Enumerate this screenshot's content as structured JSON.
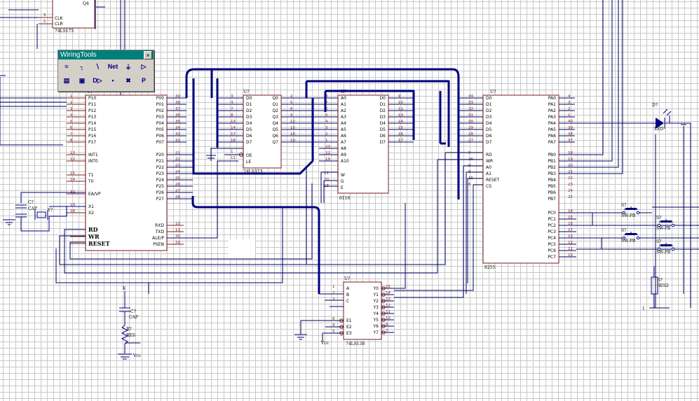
{
  "toolbox": {
    "title": "WiringTools",
    "close": "×",
    "tools": [
      {
        "id": "wire-tool",
        "glyph": "≈"
      },
      {
        "id": "bus-tool",
        "glyph": "┐"
      },
      {
        "id": "bus-entry-tool",
        "glyph": "∖"
      },
      {
        "id": "net-tool",
        "glyph": "Net"
      },
      {
        "id": "ground-tool",
        "glyph": "⏚"
      },
      {
        "id": "port-tool",
        "glyph": "▷"
      },
      {
        "id": "part-tool",
        "glyph": "▤"
      },
      {
        "id": "sheet-tool",
        "glyph": "▣"
      },
      {
        "id": "sheet-entry-tool",
        "glyph": "D▷"
      },
      {
        "id": "junction-tool",
        "glyph": "•"
      },
      {
        "id": "no-erc-tool",
        "glyph": "✖"
      },
      {
        "id": "power-port-tool",
        "glyph": "P"
      }
    ]
  },
  "chips": {
    "q4": {
      "ref": "Q4",
      "type": "74LS175",
      "pins": [
        "CLK",
        "CLR"
      ]
    },
    "mcu": {
      "ref": "U?",
      "left_pins": [
        "P10",
        "P11",
        "P12",
        "P13",
        "P14",
        "P15",
        "P16",
        "P17",
        "INT1",
        "INT0",
        "T1",
        "T0",
        "EA/VP",
        "X1",
        "X2"
      ],
      "left_nums": [
        "1",
        "2",
        "3",
        "4",
        "5",
        "6",
        "7",
        "8",
        "13",
        "12",
        "15",
        "14",
        "31",
        "19",
        "18"
      ],
      "right_pins": [
        "P00",
        "P01",
        "P02",
        "P03",
        "P04",
        "P05",
        "P06",
        "P07",
        "P20",
        "P21",
        "P22",
        "P23",
        "P24",
        "P25",
        "P26",
        "P27",
        "RXD",
        "TXD",
        "ALE/P",
        "PSEN"
      ],
      "right_nums": [
        "39",
        "38",
        "37",
        "36",
        "35",
        "34",
        "33",
        "32",
        "21",
        "22",
        "23",
        "24",
        "25",
        "26",
        "27",
        "28",
        "10",
        "11",
        "30",
        "29"
      ],
      "bottom_pins": [
        "RD",
        "WR",
        "RESET"
      ]
    },
    "latch": {
      "ref": "U?",
      "type": "74LS373",
      "d": [
        "D0",
        "D1",
        "D2",
        "D3",
        "D4",
        "D5",
        "D6",
        "D7"
      ],
      "q": [
        "Q0",
        "Q1",
        "Q2",
        "Q3",
        "Q4",
        "Q5",
        "Q6",
        "Q7"
      ],
      "dnum": [
        "3",
        "4",
        "7",
        "8",
        "13",
        "14",
        "17",
        "18"
      ],
      "qnum": [
        "2",
        "5",
        "6",
        "9",
        "12",
        "15",
        "16",
        "19"
      ],
      "oe": "OE",
      "le": "LE",
      "oenum": "1",
      "lenum": "11"
    },
    "mem": {
      "ref": "U?",
      "type": "6116",
      "a": [
        "A0",
        "A1",
        "A2",
        "A3",
        "A4",
        "A5",
        "A6",
        "A7",
        "A8",
        "A9",
        "A10"
      ],
      "anum": [
        "8",
        "7",
        "6",
        "5",
        "4",
        "3",
        "2",
        "1",
        "23",
        "22",
        "19"
      ],
      "d": [
        "D0",
        "D1",
        "D2",
        "D3",
        "D4",
        "D5",
        "D6",
        "D7"
      ],
      "dnum": [
        "9",
        "10",
        "11",
        "13",
        "14",
        "15",
        "16",
        "17"
      ],
      "ctl": [
        "W",
        "G",
        "E"
      ],
      "ctlnum": [
        "21",
        "20",
        "18"
      ]
    },
    "ppi": {
      "ref": "U?",
      "type": "8255",
      "d": [
        "D0",
        "D1",
        "D2",
        "D3",
        "D4",
        "D5",
        "D6",
        "D7"
      ],
      "dnum": [
        "34",
        "33",
        "32",
        "31",
        "30",
        "29",
        "28",
        "27"
      ],
      "ctl": [
        "RD",
        "WR",
        "A0",
        "A1",
        "RESET",
        "CS"
      ],
      "ctlnum": [
        "5",
        "36",
        "9",
        "8",
        "35",
        "6"
      ],
      "pa": [
        "PA0",
        "PA1",
        "PA2",
        "PA3",
        "PA4",
        "PA5",
        "PA6",
        "PA7"
      ],
      "panum": [
        "4",
        "3",
        "2",
        "1",
        "40",
        "39",
        "38",
        "37"
      ],
      "pb": [
        "PB0",
        "PB1",
        "PB2",
        "PB3",
        "PB4",
        "PB5",
        "PB6",
        "PB7"
      ],
      "pbnum": [
        "18",
        "19",
        "20",
        "21",
        "22",
        "23",
        "24",
        "25"
      ],
      "pc": [
        "PC0",
        "PC1",
        "PC2",
        "PC3",
        "PC4",
        "PC5",
        "PC6",
        "PC7"
      ],
      "pcnum": [
        "14",
        "15",
        "16",
        "17",
        "13",
        "12",
        "11",
        "10"
      ]
    },
    "dec": {
      "ref": "U?",
      "type": "74LS138",
      "in": [
        "A",
        "B",
        "C"
      ],
      "innum": [
        "1",
        "2",
        "3"
      ],
      "en": [
        "E1",
        "E2",
        "E3"
      ],
      "ennum": [
        "6",
        "4",
        "5"
      ],
      "out": [
        "Y0",
        "Y1",
        "Y2",
        "Y3",
        "Y4",
        "Y5",
        "Y6",
        "Y7"
      ],
      "outnum": [
        "15",
        "14",
        "13",
        "12",
        "11",
        "10",
        "9",
        "7"
      ]
    }
  },
  "parts": {
    "cap1": {
      "ref": "C?",
      "value": "CAP"
    },
    "xtal": {
      "ref": "Y?"
    },
    "cap2": {
      "ref": "C?",
      "value": "CAP"
    },
    "res1": {
      "ref": "R?",
      "value": "RES"
    },
    "vcc1": "Vcc",
    "vcc2": "Vcc",
    "k": "K",
    "led": {
      "ref": "D?",
      "value": "LED"
    },
    "sw": [
      {
        "ref": "S?",
        "value": "SW-PB"
      },
      {
        "ref": "S?",
        "value": "SW-PB"
      },
      {
        "ref": "S?",
        "value": "SW-PB"
      },
      {
        "ref": "S?",
        "value": "SW-PB"
      }
    ],
    "res2": {
      "ref": "R?",
      "value": "RES2"
    }
  }
}
